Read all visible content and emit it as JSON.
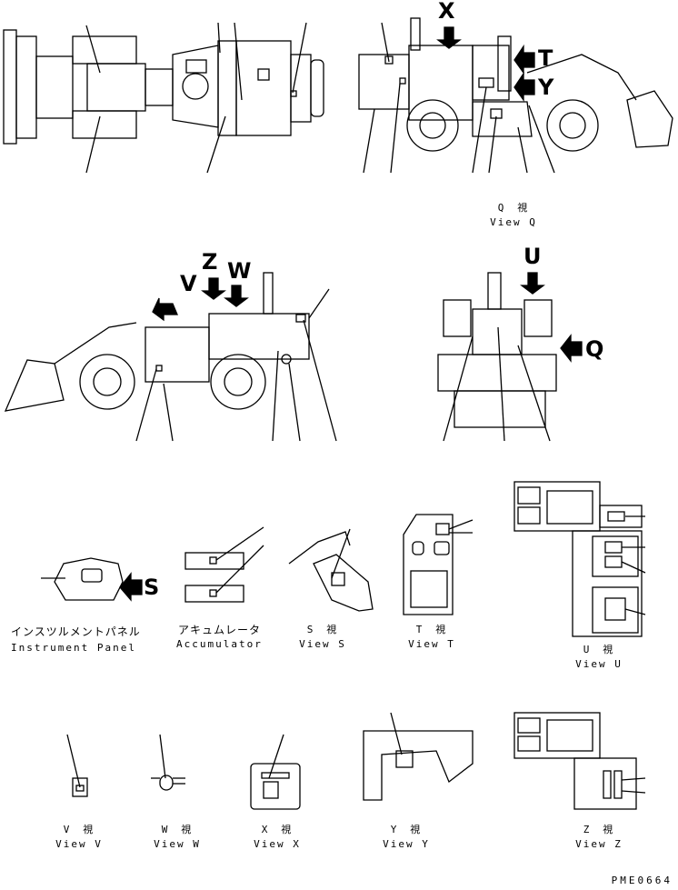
{
  "arrow_letters": {
    "x": "X",
    "t": "T",
    "y": "Y",
    "u": "U",
    "q": "Q",
    "z": "Z",
    "w": "W",
    "v": "V",
    "s": "S"
  },
  "views": {
    "q": {
      "jp": "Q　視",
      "en": "View Q"
    },
    "s": {
      "jp": "S　視",
      "en": "View S"
    },
    "t": {
      "jp": "T　視",
      "en": "View T"
    },
    "u": {
      "jp": "U　視",
      "en": "View U"
    },
    "v": {
      "jp": "V　視",
      "en": "View V"
    },
    "w": {
      "jp": "W　視",
      "en": "View W"
    },
    "x": {
      "jp": "X　視",
      "en": "View X"
    },
    "y": {
      "jp": "Y　視",
      "en": "View Y"
    },
    "z": {
      "jp": "Z　視",
      "en": "View Z"
    }
  },
  "instrument_panel": {
    "jp": "インスツルメントパネル",
    "en": "Instrument Panel"
  },
  "accumulator": {
    "jp": "アキュムレータ",
    "en": "Accumulator"
  },
  "drawing_code": "PME0664"
}
